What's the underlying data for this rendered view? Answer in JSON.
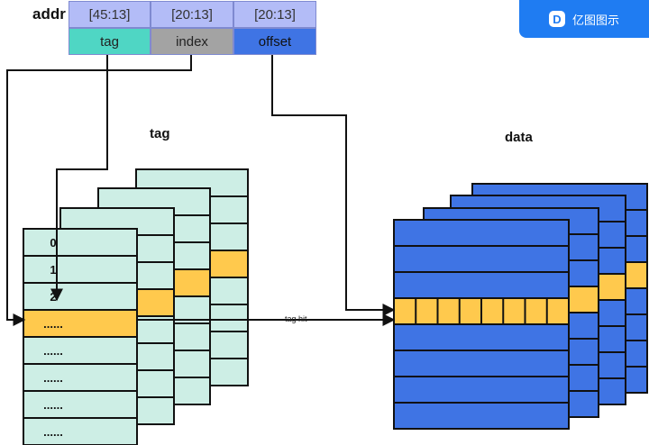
{
  "address": {
    "label": "addr",
    "bit_ranges": [
      "[45:13]",
      "[20:13]",
      "[20:13]"
    ],
    "fields": [
      "tag",
      "index",
      "offset"
    ]
  },
  "tag_array": {
    "title": "tag",
    "rows": [
      "0",
      "1",
      "2",
      "......",
      "......",
      "......",
      "......",
      "......"
    ],
    "hit_row": 3
  },
  "data_array": {
    "title": "data"
  },
  "tag_hit_label": "tag hit",
  "brand": {
    "name": "亿图图示"
  },
  "colors": {
    "tag_field": "#4fd6c4",
    "index_field": "#a3a3a3",
    "offset_field": "#3f74e4",
    "tag_array": "#cdeee5",
    "data_array": "#3f74e4",
    "highlight": "#ffc94d"
  }
}
